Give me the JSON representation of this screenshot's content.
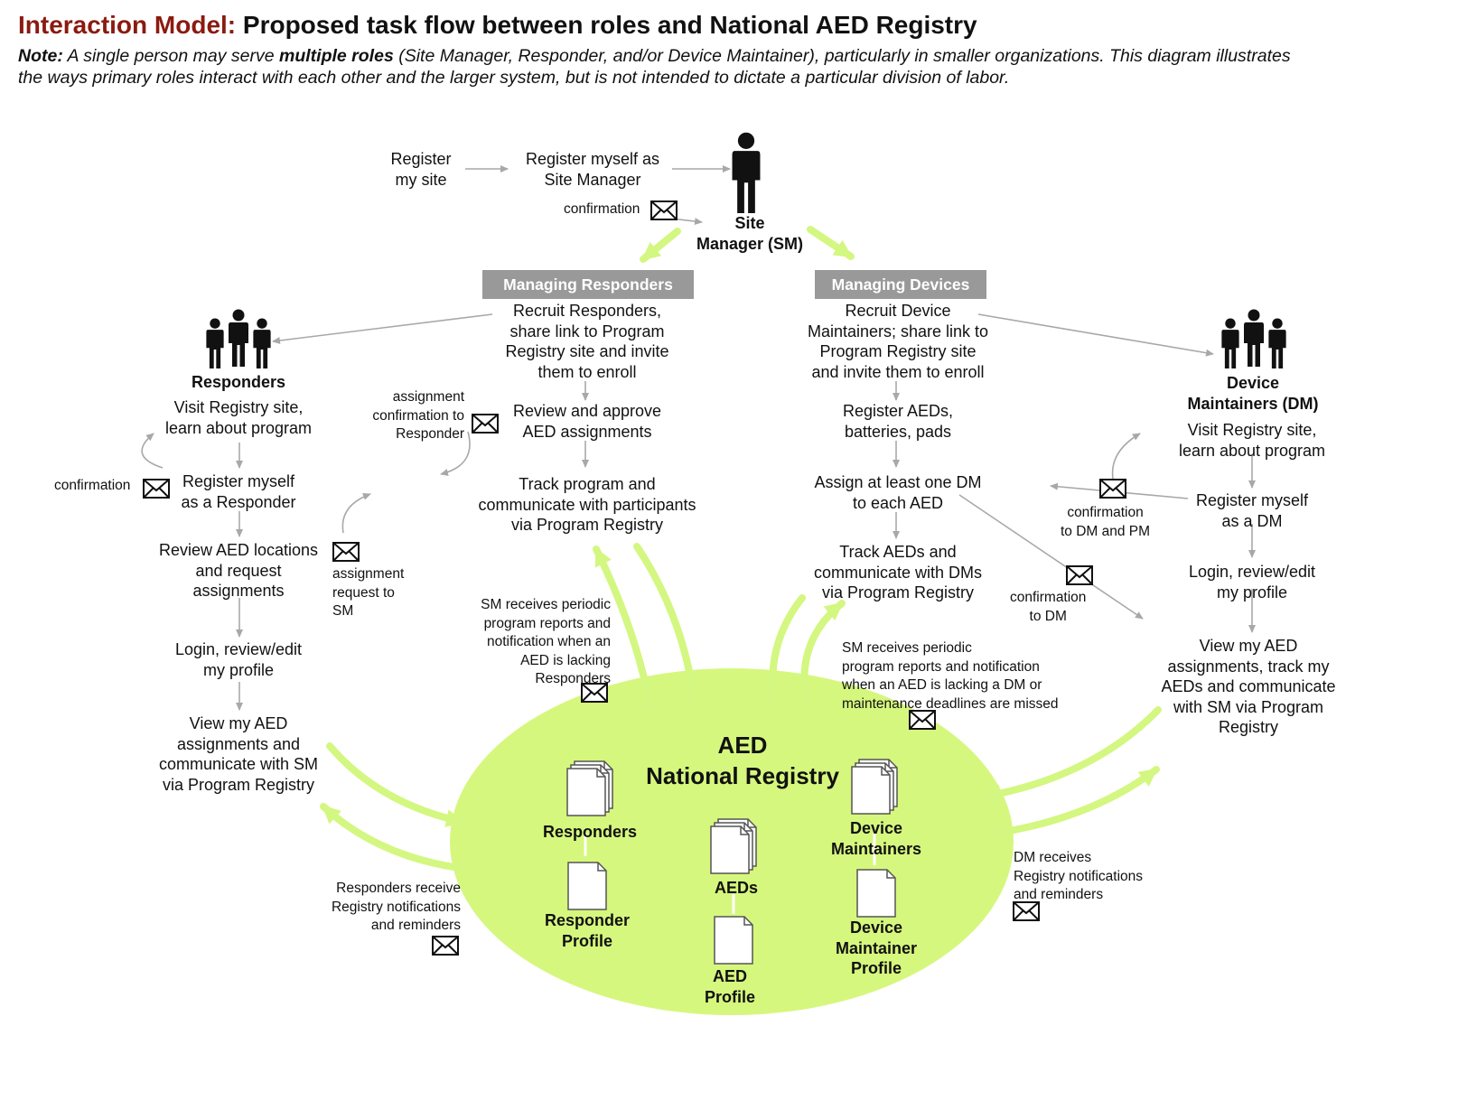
{
  "header": {
    "title_lead": "Interaction Model:",
    "title_rest": "Proposed task flow between roles and National AED Registry",
    "note_lead": "Note:",
    "note_mid1": "A single person may serve",
    "note_bold": "multiple roles",
    "note_rest": "(Site Manager, Responder, and/or Device Maintainer), particularly in smaller organizations. This diagram illustrates the ways primary roles interact with each other and the larger system, but is not intended to dictate a particular division of labor."
  },
  "site_manager": {
    "register_site": [
      "Register",
      "my site"
    ],
    "register_self": [
      "Register myself as",
      "Site Manager"
    ],
    "confirmation": "confirmation",
    "label": [
      "Site",
      "Manager (SM)"
    ]
  },
  "managing_responders": {
    "banner": "Managing Responders",
    "recruit": [
      "Recruit Responders,",
      "share link to Program",
      "Registry site and invite",
      "them to enroll"
    ],
    "review": [
      "Review and approve",
      "AED assignments"
    ],
    "track": [
      "Track program and",
      "communicate with participants",
      "via Program Registry"
    ],
    "assignment_confirmation": [
      "assignment",
      "confirmation to",
      "Responder"
    ],
    "sm_reports": [
      "SM receives periodic",
      "program reports and",
      "notification when an",
      "AED is lacking",
      "Responders"
    ]
  },
  "managing_devices": {
    "banner": "Managing Devices",
    "recruit": [
      "Recruit Device",
      "Maintainers; share link to",
      "Program Registry site",
      "and invite them to enroll"
    ],
    "register": [
      "Register AEDs,",
      "batteries, pads"
    ],
    "assign": [
      "Assign at least one DM",
      "to each AED"
    ],
    "track": [
      "Track AEDs and",
      "communicate with DMs",
      "via Program Registry"
    ],
    "sm_reports": [
      "SM receives periodic",
      "program reports and notification",
      "when an AED is lacking a DM or",
      "maintenance deadlines are missed"
    ],
    "confirmation_dm": [
      "confirmation",
      "to DM"
    ]
  },
  "responders": {
    "label": "Responders",
    "visit": [
      "Visit Registry site,",
      "learn about program"
    ],
    "register": [
      "Register myself",
      "as a Responder"
    ],
    "confirmation": "confirmation",
    "review": [
      "Review AED locations",
      "and request",
      "assignments"
    ],
    "assignment_request": [
      "assignment",
      "request to",
      "SM"
    ],
    "login": [
      "Login, review/edit",
      "my profile"
    ],
    "view": [
      "View my AED",
      "assignments and",
      "communicate with SM",
      "via Program Registry"
    ],
    "notifications": [
      "Responders receive",
      "Registry notifications",
      "and reminders"
    ]
  },
  "device_maintainers": {
    "label": [
      "Device",
      "Maintainers (DM)"
    ],
    "visit": [
      "Visit Registry site,",
      "learn about program"
    ],
    "register": [
      "Register myself",
      "as a DM"
    ],
    "confirmation": [
      "confirmation",
      "to DM and PM"
    ],
    "login": [
      "Login, review/edit",
      "my profile"
    ],
    "view": [
      "View my AED",
      "assignments, track my",
      "AEDs and communicate",
      "with SM via Program",
      "Registry"
    ],
    "notifications": [
      "DM receives",
      "Registry notifications",
      "and reminders"
    ]
  },
  "registry": {
    "title": [
      "AED",
      "National Registry"
    ],
    "responders": "Responders",
    "responder_profile": [
      "Responder",
      "Profile"
    ],
    "aeds": "AEDs",
    "aed_profile": [
      "AED",
      "Profile"
    ],
    "device_maintainers": [
      "Device",
      "Maintainers"
    ],
    "device_maintainer_profile": [
      "Device",
      "Maintainer",
      "Profile"
    ]
  },
  "colors": {
    "accent_green": "#d6f77e",
    "arrow_green": "#d3f780",
    "title_red": "#8b1a10",
    "banner_gray": "#999999",
    "arrow_gray": "#a8a8a8"
  }
}
